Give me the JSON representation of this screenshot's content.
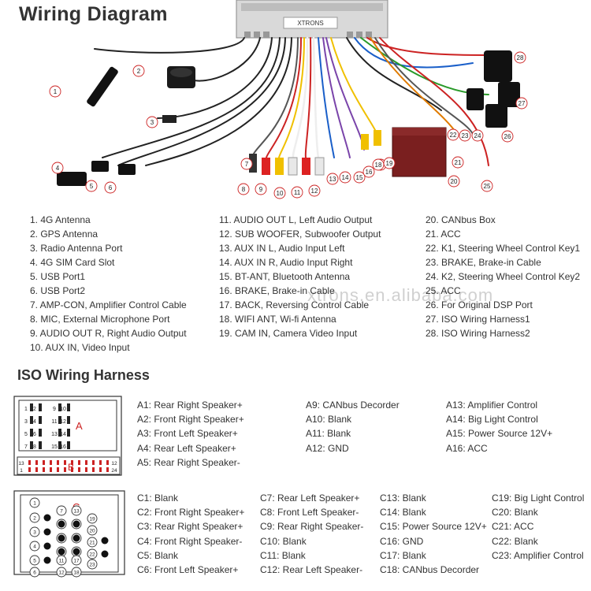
{
  "title": "Wiring Diagram",
  "iso_title": "ISO Wiring Harness",
  "watermark": "xtrons.en.alibaba.com",
  "device_label": "XTRONS",
  "connector_a_label": "A",
  "connector_b_label": "B",
  "connector_c_label": "C",
  "legend_col1": [
    "1. 4G Antenna",
    "2. GPS Antenna",
    "3. Radio Antenna Port",
    "4. 4G SIM Card Slot",
    "5. USB Port1",
    "6. USB Port2",
    "7. AMP-CON, Amplifier Control Cable",
    "8. MIC, External Microphone Port",
    "9. AUDIO OUT R, Right Audio Output",
    "10. AUX IN, Video Input"
  ],
  "legend_col2": [
    "11. AUDIO OUT L, Left Audio Output",
    "12. SUB WOOFER, Subwoofer Output",
    "13. AUX IN L, Audio Input Left",
    "14. AUX IN R, Audio Input Right",
    "15. BT-ANT, Bluetooth Antenna",
    "16. BRAKE, Brake-in Cable",
    "17. BACK, Reversing Control Cable",
    "18. WIFI ANT, Wi-fi Antenna",
    "19. CAM IN, Camera Video Input"
  ],
  "legend_col3": [
    "20. CANbus Box",
    "21. ACC",
    "22. K1, Steering Wheel Control Key1",
    "23. BRAKE, Brake-in Cable",
    "24. K2, Steering Wheel Control Key2",
    "25. ACC",
    "26. For Original DSP Port",
    "27. ISO Wiring Harness1",
    "28. ISO Wiring Harness2"
  ],
  "iso_ab_col1": [
    "A1: Rear Right Speaker+",
    "A2: Front Right Speaker+",
    "A3: Front Left Speaker+",
    "A4: Rear Left Speaker+",
    "A5: Rear Right Speaker-"
  ],
  "iso_ab_col2": [
    "A9: CANbus Decorder",
    "A10: Blank",
    "A11: Blank",
    "A12: GND"
  ],
  "iso_ab_col3": [
    "A13: Amplifier Control",
    "A14: Big Light Control",
    "A15: Power Source 12V+",
    "A16: ACC"
  ],
  "iso_c_col1": [
    "C1: Blank",
    "C2: Front Right Speaker+",
    "C3: Rear Right Speaker+",
    "C4: Front Right Speaker-",
    "C5: Blank",
    "C6: Front Left Speaker+"
  ],
  "iso_c_col2": [
    "C7: Rear Left Speaker+",
    "C8: Front Left Speaker-",
    "C9: Rear Right Speaker-",
    "C10: Blank",
    "C11: Blank",
    "C12: Rear Left Speaker-"
  ],
  "iso_c_col3": [
    "C13: Blank",
    "C14: Blank",
    "C15: Power Source 12V+",
    "C16: GND",
    "C17: Blank",
    "C18: CANbus Decorder"
  ],
  "iso_c_col4": [
    "C19: Big Light Control",
    "C20: Blank",
    "C21: ACC",
    "C22: Blank",
    "C23: Amplifier Control"
  ],
  "callouts": [
    "1",
    "2",
    "3",
    "4",
    "5",
    "6",
    "7",
    "8",
    "9",
    "10",
    "11",
    "12",
    "13",
    "14",
    "15",
    "16",
    "17",
    "18",
    "19",
    "20",
    "21",
    "22",
    "23",
    "24",
    "25",
    "26",
    "27",
    "28"
  ],
  "conn_a_pins": [
    "1",
    "9",
    "2",
    "10",
    "3",
    "11",
    "4",
    "12",
    "5",
    "13",
    "6",
    "14",
    "7",
    "15",
    "8",
    "16"
  ],
  "conn_b_pins": [
    "13",
    "1",
    "12",
    "24"
  ],
  "conn_c_pins": [
    "1",
    "7",
    "13",
    "2",
    "8",
    "14",
    "19",
    "3",
    "9",
    "15",
    "20",
    "4",
    "10",
    "16",
    "21",
    "5",
    "11",
    "17",
    "22",
    "6",
    "12",
    "18",
    "23"
  ]
}
